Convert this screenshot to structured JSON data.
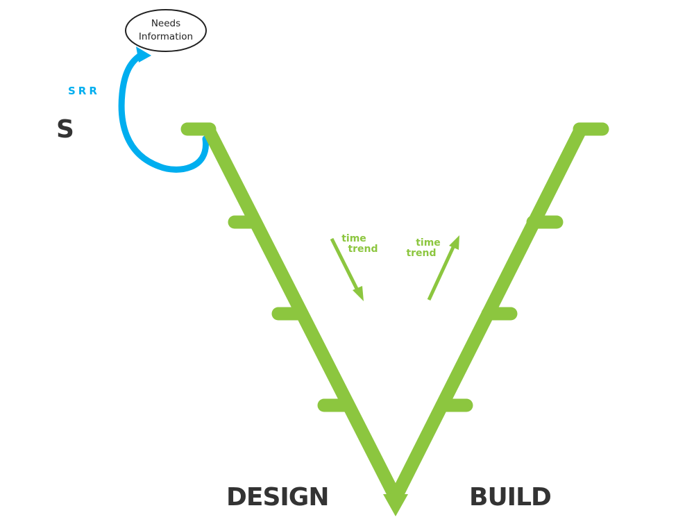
{
  "colors": {
    "v_green": "#8cc63f",
    "arc_blue": "#00aeef",
    "text_dark": "#333333",
    "bubble_stroke": "#222222"
  },
  "labels": {
    "design": "DESIGN",
    "build": "BUILD",
    "s_letter": "S",
    "srr": "SRR"
  },
  "bubble": {
    "line1": "Needs",
    "line2": "Information"
  },
  "trend_down": {
    "line1": "time",
    "line2": "trend"
  },
  "trend_up": {
    "line1": "time",
    "line2": "trend"
  }
}
